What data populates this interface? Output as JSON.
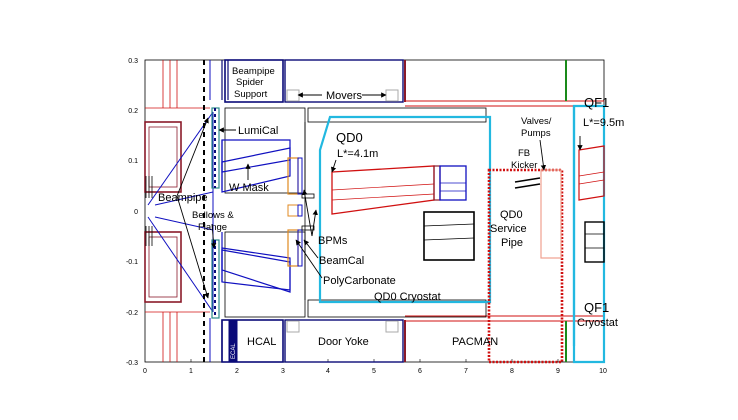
{
  "axes": {
    "x_ticks": [
      "0",
      "1",
      "2",
      "3",
      "4",
      "5",
      "6",
      "7",
      "8",
      "9",
      "10"
    ],
    "y_ticks": [
      "0.3",
      "0.2",
      "0.1",
      "0",
      "-0.1",
      "-0.2",
      "-0.3"
    ]
  },
  "labels": {
    "beampipe_spider_support": [
      "Beampipe",
      "Spider",
      "Support"
    ],
    "movers": "Movers",
    "qf1_top": "QF1",
    "qf1_lstar": "L*=9.5m",
    "valves_pumps": [
      "Valves/",
      "Pumps"
    ],
    "lumical": "LumiCal",
    "qd0": "QD0",
    "qd0_lstar": "L*=4.1m",
    "fb_kicker": [
      "FB",
      "Kicker"
    ],
    "w_mask": "W Mask",
    "beampipe": "Beampipe",
    "bellows_flange": [
      "Bellows &",
      "Flange"
    ],
    "qd0_service_pipe": [
      "QD0",
      "Service",
      "Pipe"
    ],
    "bpms": "BPMs",
    "beamcal": "BeamCal",
    "polycarbonate": "PolyCarbonate",
    "qd0_cryostat": "QD0 Cryostat",
    "qf1_cryostat": [
      "QF1",
      "Cryostat"
    ],
    "hcal": "HCAL",
    "door_yoke": "Door Yoke",
    "pacman": "PACMAN",
    "ecal_vertical": "ECAL"
  },
  "colors": {
    "blue": "#1010c0",
    "navy": "#0a0a78",
    "red": "#d01010",
    "darkred": "#8a1a2a",
    "cyan": "#22b8e0",
    "green": "#1a8a1a",
    "orange": "#e08a20",
    "salmon": "#f0a090",
    "teal": "#2a8a8a"
  }
}
